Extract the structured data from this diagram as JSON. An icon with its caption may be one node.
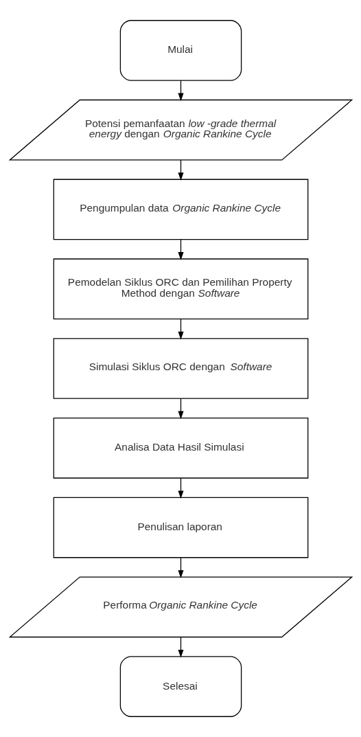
{
  "diagram": {
    "nodes": [
      {
        "text": [
          "Mulai"
        ]
      },
      {
        "text": [
          "Potensi pemanfaatan *low -grade thermal energy* dengan *Organic Rankine Cycle*"
        ]
      },
      {
        "text": [
          "Pengumpulan data *Organic Rankine Cycle*"
        ]
      },
      {
        "text": [
          "Pemodelan Siklus ORC dan Pemilihan Property Method dengan *Software*"
        ]
      },
      {
        "text": [
          "Simulasi Siklus ORC dengan *Software*"
        ]
      },
      {
        "text": [
          "Analisa Data Hasil Simulasi"
        ]
      },
      {
        "text": [
          "Penulisan laporan"
        ]
      },
      {
        "text": [
          "Performa *Organic Rankine Cycle*"
        ]
      },
      {
        "text": [
          "Selesai"
        ]
      }
    ],
    "edges": [
      {
        "from": 0,
        "to": 1,
        "arrow": "to"
      },
      {
        "from": 1,
        "to": 2,
        "arrow": "to"
      },
      {
        "from": 2,
        "to": 3,
        "arrow": "to"
      },
      {
        "from": 3,
        "to": 4,
        "arrow": "to"
      },
      {
        "from": 4,
        "to": 5,
        "arrow": "to"
      },
      {
        "from": 5,
        "to": 6,
        "arrow": "to"
      },
      {
        "from": 6,
        "to": 7,
        "arrow": "to"
      },
      {
        "from": 7,
        "to": 8,
        "arrow": "to"
      }
    ]
  }
}
